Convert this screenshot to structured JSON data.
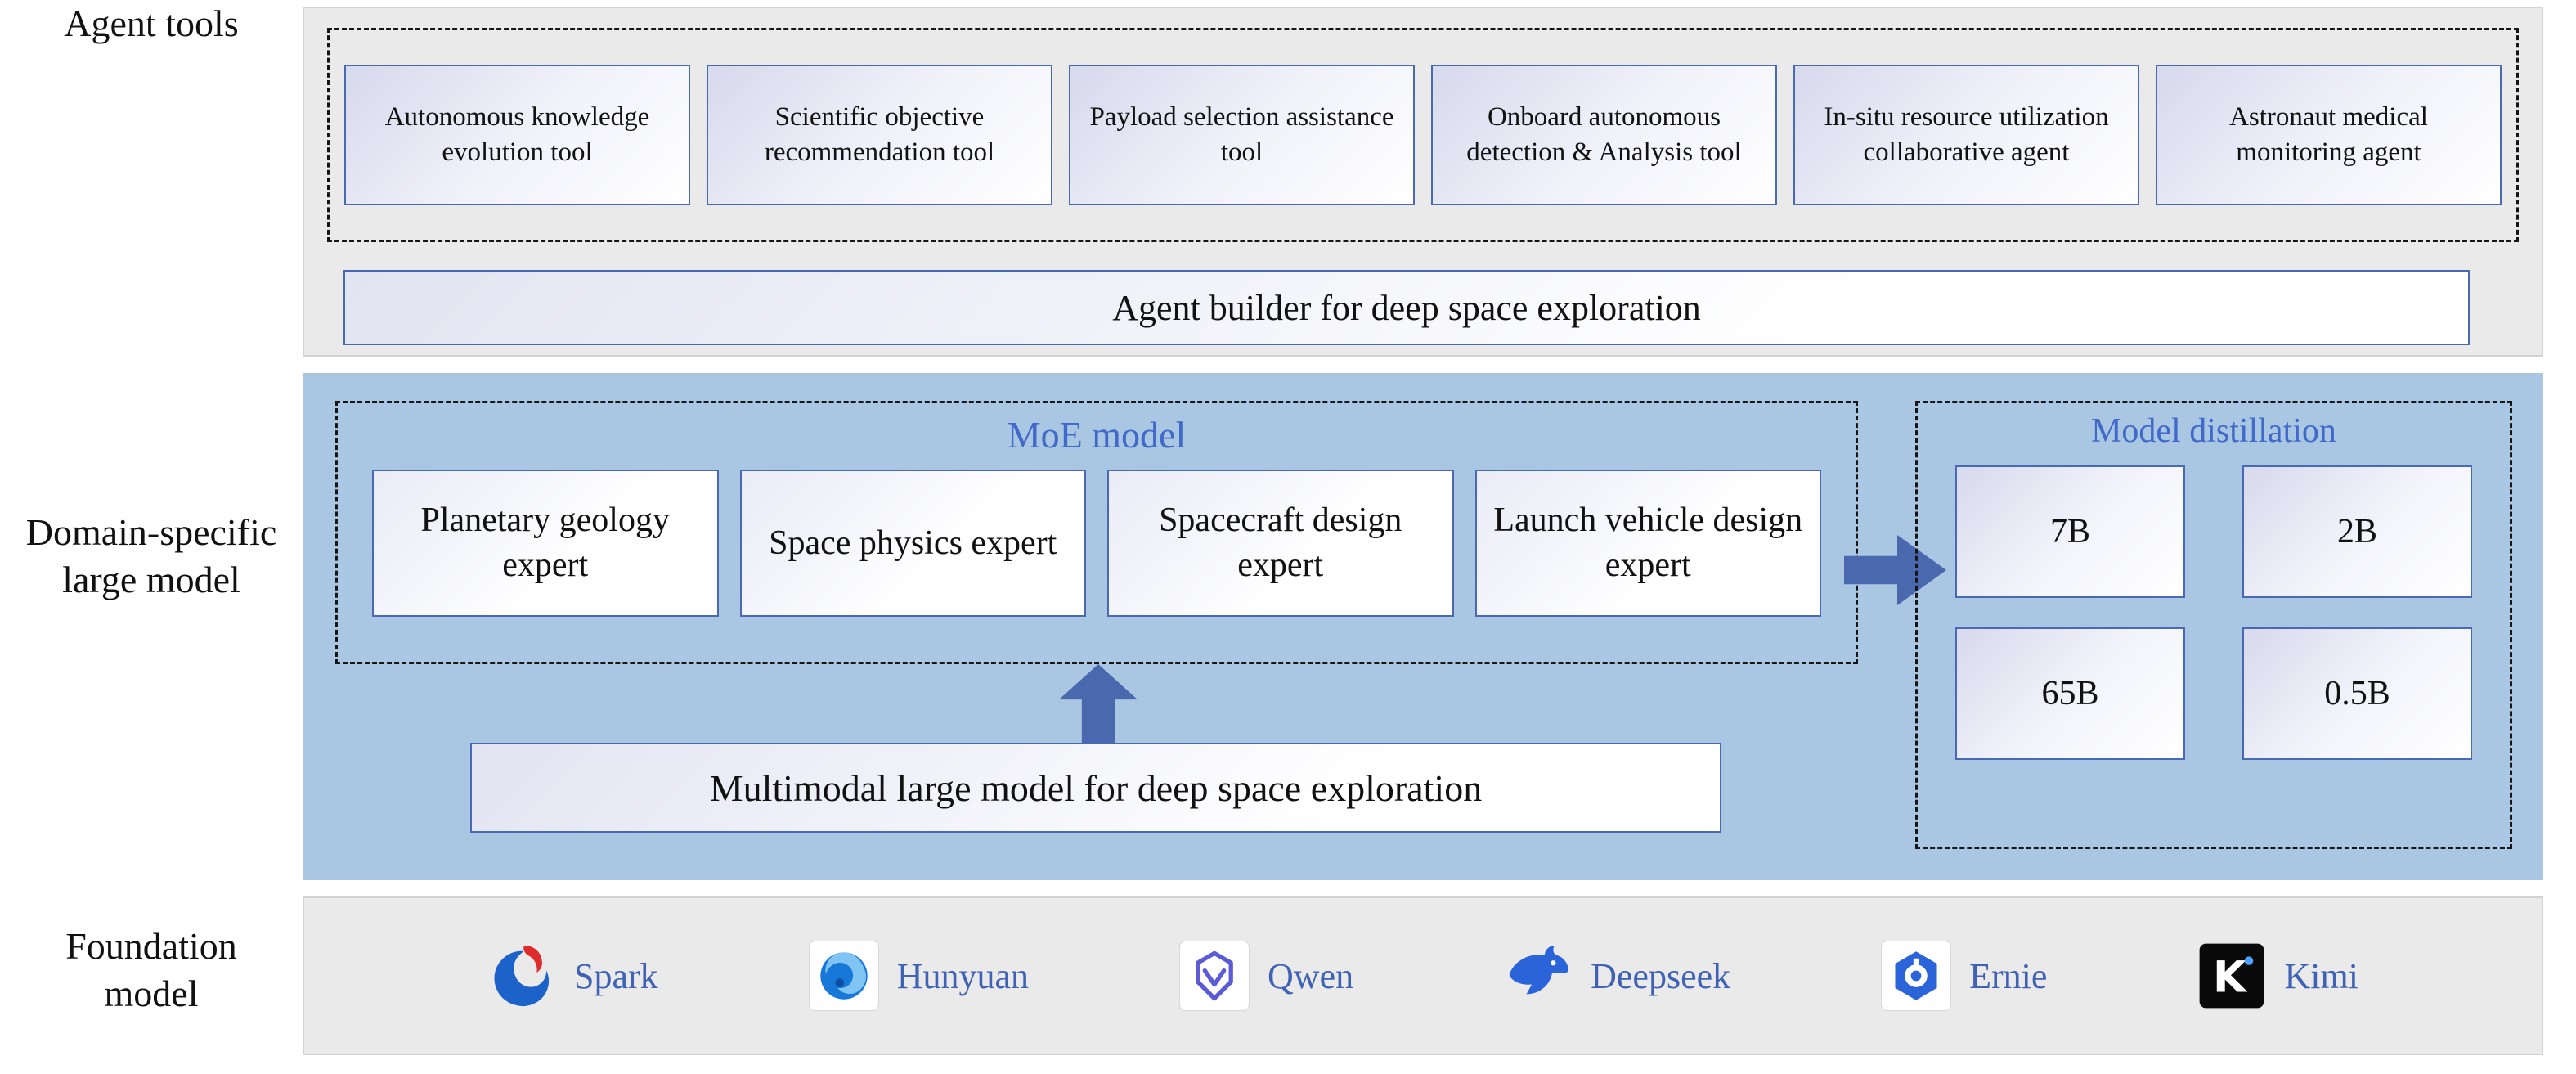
{
  "left_labels": {
    "agent_tools": "Agent tools",
    "domain_model": "Domain-specific large model",
    "foundation": "Foundation model"
  },
  "agent_tools": {
    "tools": [
      "Autonomous knowledge evolution tool",
      "Scientific objective recommendation tool",
      "Payload selection assistance tool",
      "Onboard autonomous detection & Analysis tool",
      "In-situ resource utilization collaborative agent",
      "Astronaut medical monitoring agent"
    ],
    "builder": "Agent builder for deep space exploration"
  },
  "domain_model": {
    "moe_title": "MoE model",
    "experts": [
      "Planetary geology expert",
      "Space physics expert",
      "Spacecraft design expert",
      "Launch vehicle design expert"
    ],
    "distillation_title": "Model distillation",
    "distillation_sizes": [
      "7B",
      "2B",
      "65B",
      "0.5B"
    ],
    "multimodal": "Multimodal large model for deep space exploration"
  },
  "foundation": {
    "models": [
      "Spark",
      "Hunyuan",
      "Qwen",
      "Deepseek",
      "Ernie",
      "Kimi"
    ],
    "kimi_glyph": "K"
  },
  "colors": {
    "section_gray": "#eaeaea",
    "section_blue": "#a9c6e3",
    "box_border": "#4a69b4",
    "box_gradient_start": "#d7d9ed",
    "accent_text_blue": "#4169c8",
    "foundation_label_blue": "#3f62b5",
    "arrow_blue": "#4a68ae",
    "dashed_border": "#151515"
  }
}
